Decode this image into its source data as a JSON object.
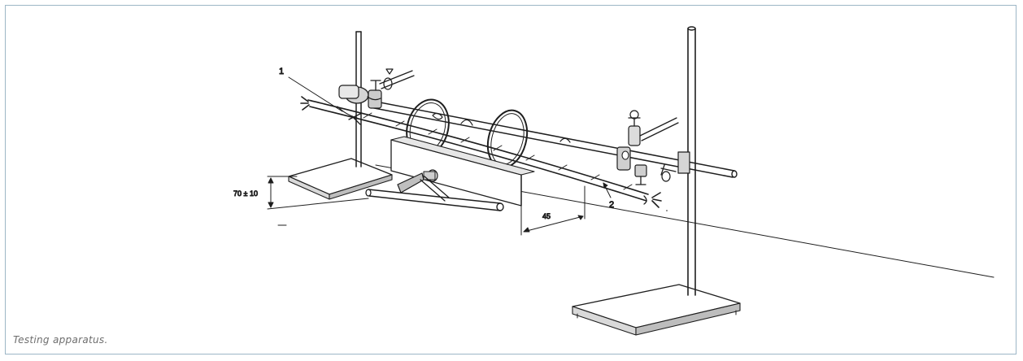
{
  "figure": {
    "caption": "Testing apparatus.",
    "callouts": {
      "part_1": "1",
      "part_2": "2"
    },
    "dimensions": {
      "height_label": "70 ± 10",
      "spacing_label": "45"
    },
    "colors": {
      "frame_border": "#9db6c6",
      "line_art": "#1e1e1e",
      "caption_text": "#6e6e6e"
    }
  }
}
